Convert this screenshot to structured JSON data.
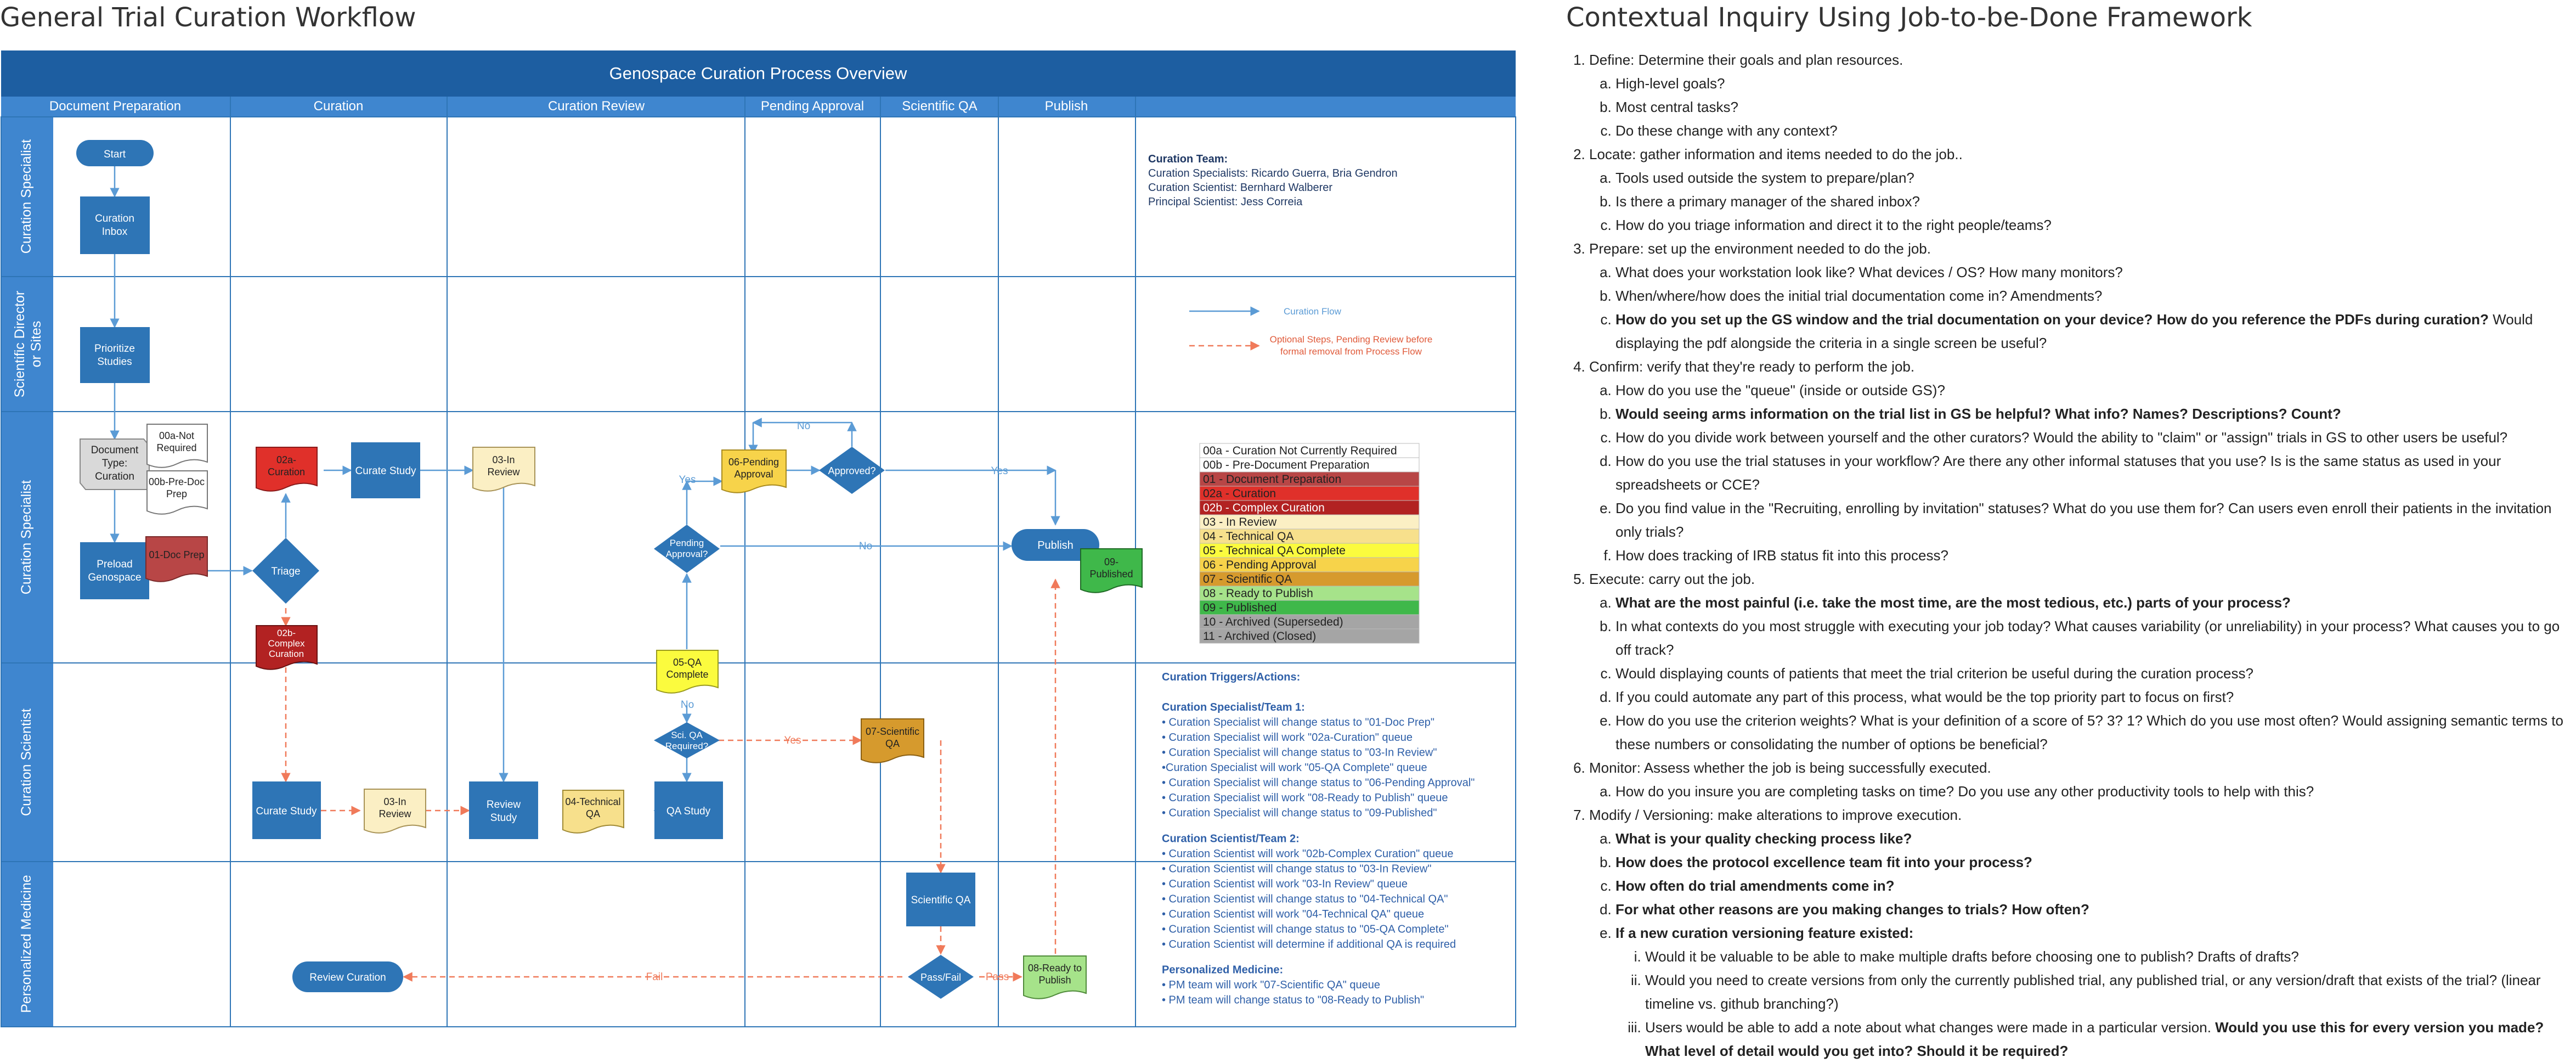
{
  "left_title": "General Trial Curation Workflow",
  "right_title": "Contextual Inquiry Using Job-to-be-Done Framework",
  "diagram": {
    "header": "Genospace Curation Process Overview",
    "columns": [
      "Document Preparation",
      "Curation",
      "Curation Review",
      "Pending Approval",
      "Scientific QA",
      "Publish"
    ],
    "lanes": [
      "Curation Specialist",
      "Scientific Director or Sites",
      "Curation Specialist",
      "Curation Scientist",
      "Personalized Medicine"
    ],
    "shapes": {
      "start": "Start",
      "curation_inbox": [
        "Curation",
        "Inbox"
      ],
      "prioritize": [
        "Prioritize",
        "Studies"
      ],
      "doc_type": [
        "Document",
        "Type:",
        "Curation"
      ],
      "not_required": [
        "00a-Not",
        "Required"
      ],
      "pre_doc": [
        "00b-Pre-Doc",
        "Prep"
      ],
      "preload": [
        "Preload",
        "Genospace"
      ],
      "doc_prep": "01-Doc Prep",
      "triage": "Triage",
      "curation_02a": [
        "02a-",
        "Curation"
      ],
      "complex_02b": [
        "02b-",
        "Complex",
        "Curation"
      ],
      "curate_study_top": "Curate Study",
      "in_review_top": [
        "03-In",
        "Review"
      ],
      "pending_approval_doc": [
        "06-Pending",
        "Approval"
      ],
      "approved": "Approved?",
      "pending_approval_q": [
        "Pending",
        "Approval?"
      ],
      "qa_complete": [
        "05-QA",
        "Complete"
      ],
      "sci_qa_required": [
        "Sci. QA",
        "Required?"
      ],
      "scientific_qa_07": [
        "07-Scientific",
        "QA"
      ],
      "curate_study_bottom": "Curate Study",
      "in_review_bottom": [
        "03-In",
        "Review"
      ],
      "review_study": [
        "Review",
        "Study"
      ],
      "technical_qa": [
        "04-Technical",
        "QA"
      ],
      "qa_study": "QA Study",
      "scientific_qa_box": "Scientific QA",
      "pass_fail": "Pass/Fail",
      "ready_to_publish": [
        "08-Ready to",
        "Publish"
      ],
      "review_curation": "Review Curation",
      "publish": "Publish",
      "published": [
        "09-",
        "Published"
      ]
    },
    "edge_labels": {
      "yes": "Yes",
      "no": "No",
      "fail": "Fail",
      "pass": "Pass"
    },
    "team": {
      "title": "Curation Team:",
      "lines": [
        "Curation Specialists: Ricardo Guerra, Bria Gendron",
        "Curation Scientist: Bernhard Walberer",
        "Principal Scientist: Jess Correia"
      ]
    },
    "legend_flow": {
      "flow": "Curation Flow",
      "optional": [
        "Optional Steps, Pending Review before",
        "formal removal from Process Flow"
      ]
    },
    "status_legend": [
      {
        "label": "00a - Curation Not Currently Required",
        "bg": "#ffffff",
        "fg": "#222222"
      },
      {
        "label": "00b - Pre-Document Preparation",
        "bg": "#ffffff",
        "fg": "#222222"
      },
      {
        "label": "01 - Document Preparation",
        "bg": "#b84646",
        "fg": "#222222"
      },
      {
        "label": "02a - Curation",
        "bg": "#e0302a",
        "fg": "#222222"
      },
      {
        "label": "02b - Complex Curation",
        "bg": "#b22222",
        "fg": "#ffffff"
      },
      {
        "label": "03 - In Review",
        "bg": "#fbefc4",
        "fg": "#222222"
      },
      {
        "label": "04 - Technical QA",
        "bg": "#f7e08c",
        "fg": "#222222"
      },
      {
        "label": "05 - Technical QA Complete",
        "bg": "#fbfb3e",
        "fg": "#222222"
      },
      {
        "label": "06 - Pending Approval",
        "bg": "#f7d34a",
        "fg": "#222222"
      },
      {
        "label": "07 - Scientific QA",
        "bg": "#d69a2d",
        "fg": "#222222"
      },
      {
        "label": "08 - Ready to Publish",
        "bg": "#a6e38a",
        "fg": "#222222"
      },
      {
        "label": "09 - Published",
        "bg": "#3fb84a",
        "fg": "#222222"
      },
      {
        "label": "10 - Archived (Superseded)",
        "bg": "#a5a5a5",
        "fg": "#222222"
      },
      {
        "label": "11 - Archived (Closed)",
        "bg": "#a5a5a5",
        "fg": "#222222"
      }
    ],
    "triggers": {
      "title": "Curation Triggers/Actions:",
      "team1_title": "Curation Specialist/Team 1:",
      "team1": [
        "• Curation Specialist will change status to \"01-Doc Prep\"",
        "• Curation Specialist will work \"02a-Curation\" queue",
        "• Curation Specialist will change status to \"03-In Review\"",
        "•Curation Specialist will work \"05-QA Complete\" queue",
        "• Curation Specialist will change status to \"06-Pending Approval\"",
        "• Curation Specialist will work \"08-Ready to Publish\" queue",
        "• Curation Specialist will change status to \"09-Published\""
      ],
      "team2_title": "Curation Scientist/Team 2:",
      "team2": [
        "• Curation Scientist will work \"02b-Complex Curation\" queue",
        "• Curation Scientist will change status to \"03-In Review\"",
        "• Curation Scientist will work \"03-In Review\" queue",
        "• Curation Scientist will change status to \"04-Technical QA\"",
        "• Curation Scientist will work \"04-Technical QA\" queue",
        "• Curation Scientist will change status to \"05-QA Complete\"",
        "• Curation Scientist will determine if additional QA is required"
      ],
      "pm_title": "Personalized Medicine:",
      "pm": [
        "• PM team will work \"07-Scientific QA\" queue",
        "• PM team will change status to \"08-Ready to Publish\""
      ]
    }
  },
  "inquiry": [
    {
      "label": "Define: Determine their goals and plan resources.",
      "items": [
        {
          "text": "High-level goals?"
        },
        {
          "text": "Most central tasks?"
        },
        {
          "text": "Do these change with any context?"
        }
      ]
    },
    {
      "label": "Locate: gather information and items needed to do the job..",
      "items": [
        {
          "text": "Tools used outside the system to prepare/plan?"
        },
        {
          "text": "Is there a primary manager of the shared inbox?"
        },
        {
          "text": "How do you triage information and direct it to the right people/teams?"
        }
      ]
    },
    {
      "label": "Prepare: set up the environment needed to do the job.",
      "items": [
        {
          "text": "What does your workstation look like? What devices / OS? How many monitors?"
        },
        {
          "text": "When/where/how does the initial trial documentation come in? Amendments?"
        },
        {
          "bold": "How do you set up the GS window and the trial documentation on your device? How do you reference the PDFs during curation?",
          "text": " Would displaying the pdf alongside the criteria in a single screen be useful?"
        }
      ]
    },
    {
      "label": "Confirm: verify that they're ready to perform the job.",
      "items": [
        {
          "text": "How do you use the \"queue\" (inside or outside GS)?"
        },
        {
          "bold": "Would seeing arms information on the trial list in GS be helpful? What info? Names? Descriptions? Count?"
        },
        {
          "text": "How do you divide work between yourself and the other curators? Would the ability to \"claim\" or \"assign\" trials in GS to other users be useful?"
        },
        {
          "text": "How do you use the trial statuses in your workflow? Are there any other informal statuses that you use? Is is the same status as used in your spreadsheets or CCE?"
        },
        {
          "text": "Do you find value in the \"Recruiting, enrolling by invitation\" statuses? What do you use them for? Can users even enroll their patients in the invitation only trials?"
        },
        {
          "text": "How does tracking of IRB status fit into this process?"
        }
      ]
    },
    {
      "label": "Execute: carry out the job.",
      "items": [
        {
          "bold": "What are the most painful (i.e. take the most time, are the most tedious, etc.) parts of your process?"
        },
        {
          "text": "In what contexts do you most struggle with executing your job today? What causes variability (or unreliability) in your process? What causes you to go off track?"
        },
        {
          "text": "Would displaying counts of patients that meet the trial criterion be useful during the curation process?"
        },
        {
          "text": "If you could automate any part of this process, what would be the top priority part to focus on first?"
        },
        {
          "text": "How do you use the criterion weights? What is your definition of a score of 5? 3? 1? Which do you use most often? Would assigning semantic terms to these numbers or consolidating the number of options be beneficial?"
        }
      ]
    },
    {
      "label": "Monitor: Assess whether the job is being successfully executed.",
      "items": [
        {
          "text": "How do you insure you are completing tasks on time? Do you use any other productivity tools to help with this?"
        }
      ]
    },
    {
      "label": "Modify / Versioning: make alterations to improve execution.",
      "items": [
        {
          "bold": "What is your quality checking process like?"
        },
        {
          "bold": "How does the protocol excellence team fit into your process?"
        },
        {
          "bold": "How often do trial amendments come in?"
        },
        {
          "bold": "For what other reasons are you making changes to trials? How often?"
        },
        {
          "bold": "If a new curation versioning feature existed:",
          "sub": [
            {
              "text": "Would it be valuable to be able to make multiple drafts before choosing one to publish? Drafts of drafts?"
            },
            {
              "text": "Would you need to create versions from only the currently published trial, any published trial, or any version/draft that exists of the trial? (linear timeline vs. github branching?)"
            },
            {
              "text": "Users would be able to add a note about what changes were made in a particular version.",
              "bold_after": " Would you use this for every version you made? What level of detail would you get into? Should it be required?"
            }
          ]
        }
      ]
    }
  ]
}
